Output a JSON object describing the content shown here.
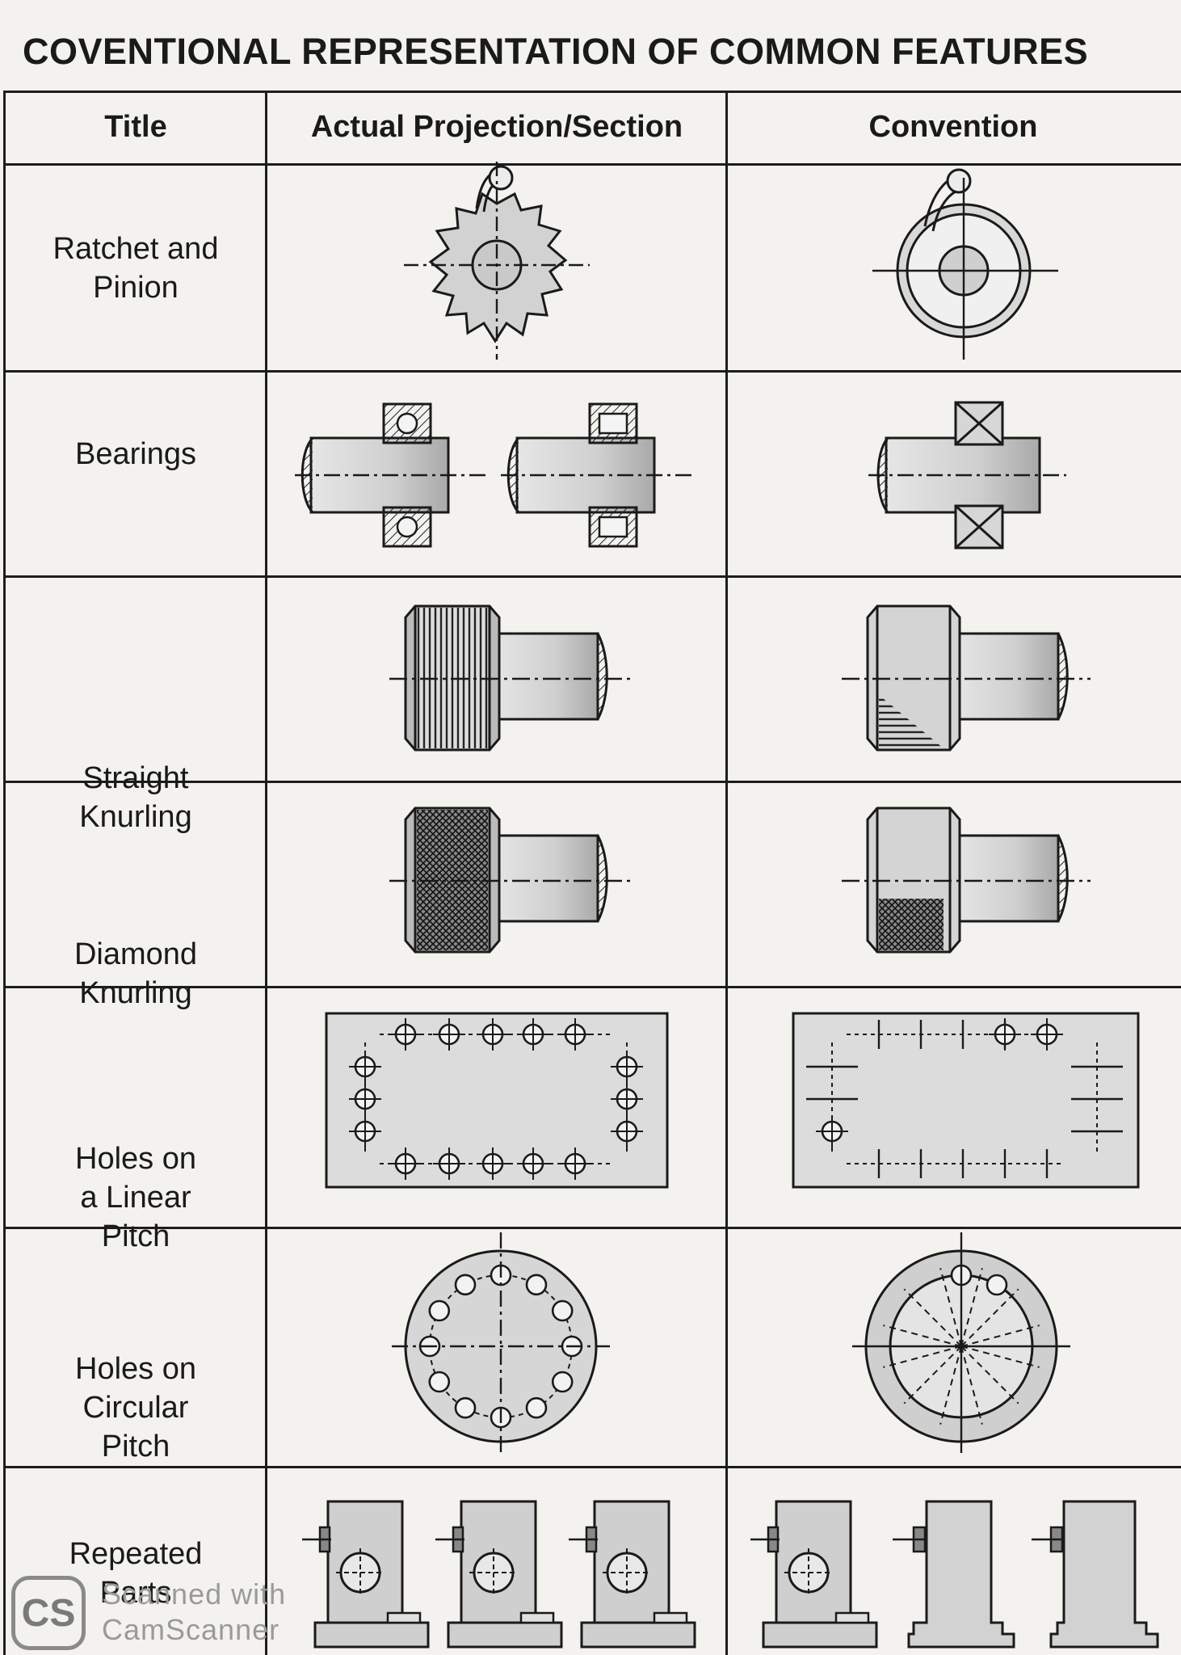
{
  "title": "COVENTIONAL REPRESENTATION OF COMMON FEATURES",
  "columns": [
    "Title",
    "Actual Projection/Section",
    "Convention"
  ],
  "rows": [
    {
      "title_lines": [
        "Ratchet and",
        "Pinion"
      ]
    },
    {
      "title_lines": [
        "Bearings"
      ]
    },
    {
      "title_lines": [
        "Straight",
        "Knurling"
      ]
    },
    {
      "title_lines": [
        "Diamond",
        "Knurling"
      ]
    },
    {
      "title_lines": [
        "Holes on",
        "a Linear",
        "Pitch"
      ]
    },
    {
      "title_lines": [
        "Holes on",
        "Circular",
        "Pitch"
      ]
    },
    {
      "title_lines": [
        "Repeated",
        "Parts"
      ]
    }
  ],
  "watermark": {
    "logo": "CS",
    "line1": "Scanned with",
    "line2": "CamScanner"
  }
}
